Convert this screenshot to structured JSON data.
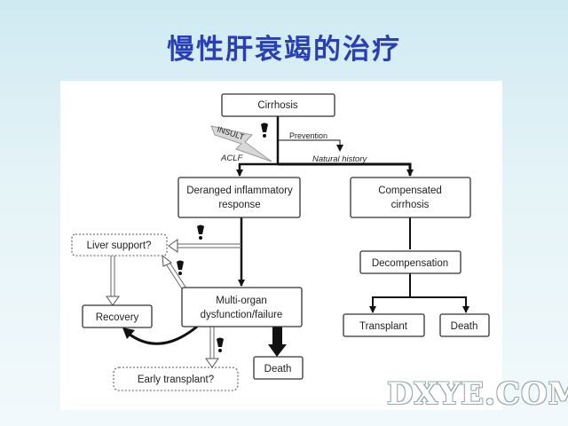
{
  "slide": {
    "title": "慢性肝衰竭的治疗"
  },
  "diagram": {
    "nodes": {
      "cirrhosis": "Cirrhosis",
      "deranged_line1": "Deranged inflammatory",
      "deranged_line2": "response",
      "compensated_line1": "Compensated",
      "compensated_line2": "cirrhosis",
      "liver_support": "Liver support?",
      "recovery": "Recovery",
      "multi_organ_line1": "Multi-organ",
      "multi_organ_line2": "dysfunction/failure",
      "early_transplant": "Early transplant?",
      "death_left": "Death",
      "decompensation": "Decompensation",
      "transplant": "Transplant",
      "death_right": "Death"
    },
    "labels": {
      "insult": "INSULT",
      "prevention": "Prevention",
      "natural_history": "Natural history",
      "aclf": "ACLF"
    }
  },
  "watermark": {
    "text": "DXYE.COM"
  }
}
